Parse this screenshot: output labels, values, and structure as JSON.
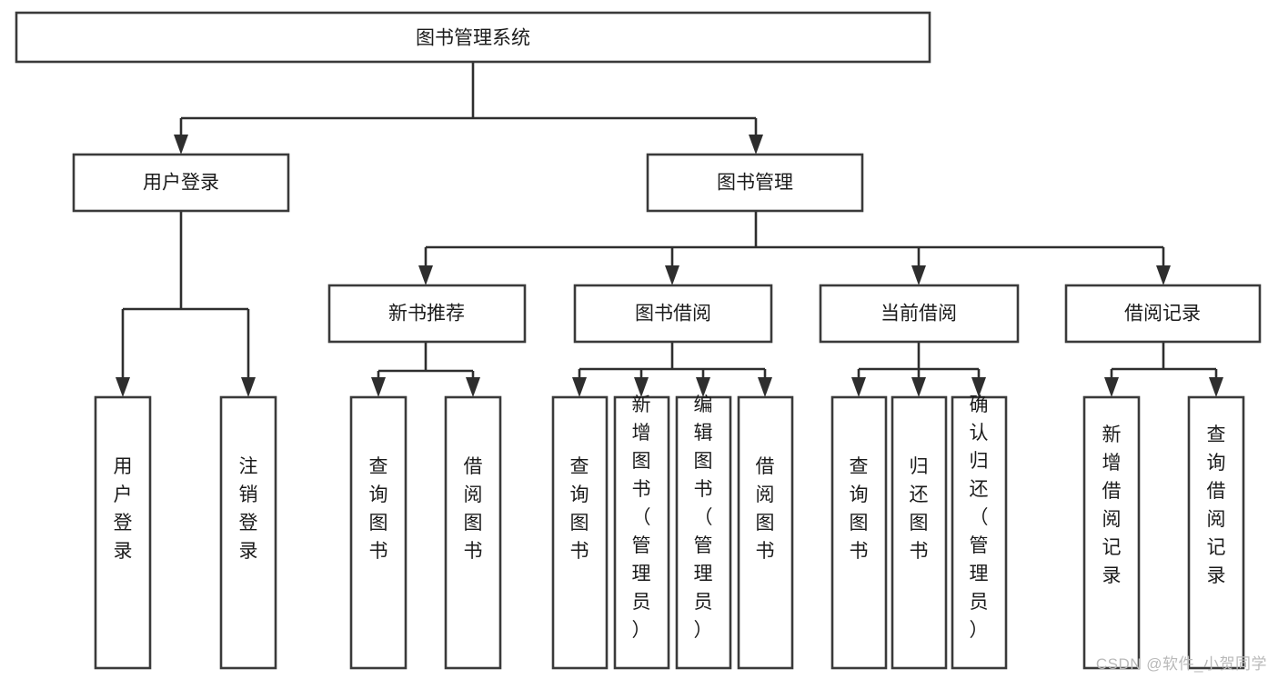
{
  "diagram": {
    "type": "tree",
    "title": "图书管理系统",
    "root": {
      "id": "root",
      "label": "图书管理系统",
      "orientation": "horizontal"
    },
    "level1": [
      {
        "id": "user-login",
        "label": "用户登录",
        "orientation": "horizontal"
      },
      {
        "id": "book-manage",
        "label": "图书管理",
        "orientation": "horizontal"
      }
    ],
    "level2": [
      {
        "id": "new-book-recommend",
        "label": "新书推荐",
        "parent": "book-manage",
        "orientation": "horizontal"
      },
      {
        "id": "book-borrow",
        "label": "图书借阅",
        "parent": "book-manage",
        "orientation": "horizontal"
      },
      {
        "id": "current-borrow",
        "label": "当前借阅",
        "parent": "book-manage",
        "orientation": "horizontal"
      },
      {
        "id": "borrow-record",
        "label": "借阅记录",
        "parent": "book-manage",
        "orientation": "horizontal"
      }
    ],
    "leaves": [
      {
        "id": "leaf-user-login",
        "label": "用户登录",
        "parent": "user-login",
        "orientation": "vertical"
      },
      {
        "id": "leaf-user-logout",
        "label": "注销登录",
        "parent": "user-login",
        "orientation": "vertical"
      },
      {
        "id": "leaf-query-book-1",
        "label": "查询图书",
        "parent": "new-book-recommend",
        "orientation": "vertical"
      },
      {
        "id": "leaf-borrow-book-1",
        "label": "借阅图书",
        "parent": "new-book-recommend",
        "orientation": "vertical"
      },
      {
        "id": "leaf-query-book-2",
        "label": "查询图书",
        "parent": "book-borrow",
        "orientation": "vertical"
      },
      {
        "id": "leaf-add-book",
        "label": "新增图书（管理员）",
        "parent": "book-borrow",
        "orientation": "vertical"
      },
      {
        "id": "leaf-edit-book",
        "label": "编辑图书（管理员）",
        "parent": "book-borrow",
        "orientation": "vertical"
      },
      {
        "id": "leaf-borrow-book-2",
        "label": "借阅图书",
        "parent": "book-borrow",
        "orientation": "vertical"
      },
      {
        "id": "leaf-query-book-3",
        "label": "查询图书",
        "parent": "current-borrow",
        "orientation": "vertical"
      },
      {
        "id": "leaf-return-book",
        "label": "归还图书",
        "parent": "current-borrow",
        "orientation": "vertical"
      },
      {
        "id": "leaf-confirm-return",
        "label": "确认归还（管理员）",
        "parent": "current-borrow",
        "orientation": "vertical"
      },
      {
        "id": "leaf-add-record",
        "label": "新增借阅记录",
        "parent": "borrow-record",
        "orientation": "vertical"
      },
      {
        "id": "leaf-query-record",
        "label": "查询借阅记录",
        "parent": "borrow-record",
        "orientation": "vertical"
      }
    ],
    "colors": {
      "box_stroke": "#3a3a3a",
      "box_fill": "#ffffff",
      "connector": "#2e2e2e",
      "text": "#1b1b1b",
      "background": "#ffffff",
      "watermark": "#b9b9b9"
    }
  },
  "watermark": {
    "text": "CSDN @软件_小贺同学"
  }
}
